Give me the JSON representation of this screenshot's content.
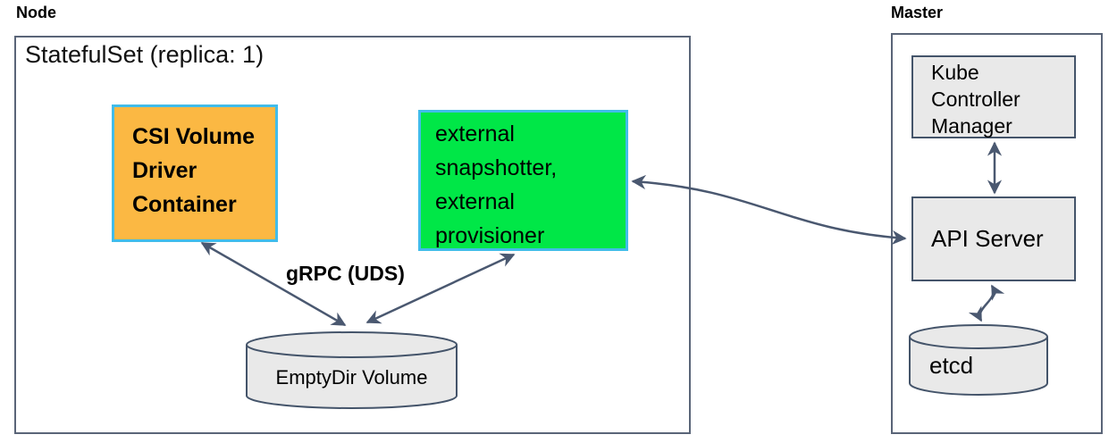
{
  "node": {
    "label": "Node",
    "statefulset_label": "StatefulSet (replica: 1)",
    "csi_driver_container": "CSI Volume\nDriver\nContainer",
    "sidecar_containers": "external\nsnapshotter,\nexternal\nprovisioner",
    "emptydir_volume": "EmptyDir Volume"
  },
  "master": {
    "label": "Master",
    "kube_controller_manager": "Kube\nController\nManager",
    "api_server": "API Server",
    "etcd": "etcd"
  },
  "edges": [
    {
      "from": "csi-volume-driver-container",
      "to": "emptydir-volume",
      "label": "gRPC (UDS)",
      "bidirectional": true
    },
    {
      "from": "external-snapshotter-provisioner",
      "to": "emptydir-volume",
      "label": "gRPC (UDS)",
      "bidirectional": true
    },
    {
      "from": "external-snapshotter-provisioner",
      "to": "api-server",
      "label": "",
      "bidirectional": true
    },
    {
      "from": "kube-controller-manager",
      "to": "api-server",
      "label": "",
      "bidirectional": true
    },
    {
      "from": "api-server",
      "to": "etcd",
      "label": "",
      "bidirectional": true
    }
  ],
  "colors": {
    "orange_fill": "#FBB843",
    "green_fill": "#00E747",
    "cyan_border": "#41BCEA",
    "gray_fill": "#E9E9E9",
    "gray_border": "#44546A",
    "outer_border": "#5A6578",
    "arrow_color": "#4A5870",
    "text_color": "#000000"
  }
}
